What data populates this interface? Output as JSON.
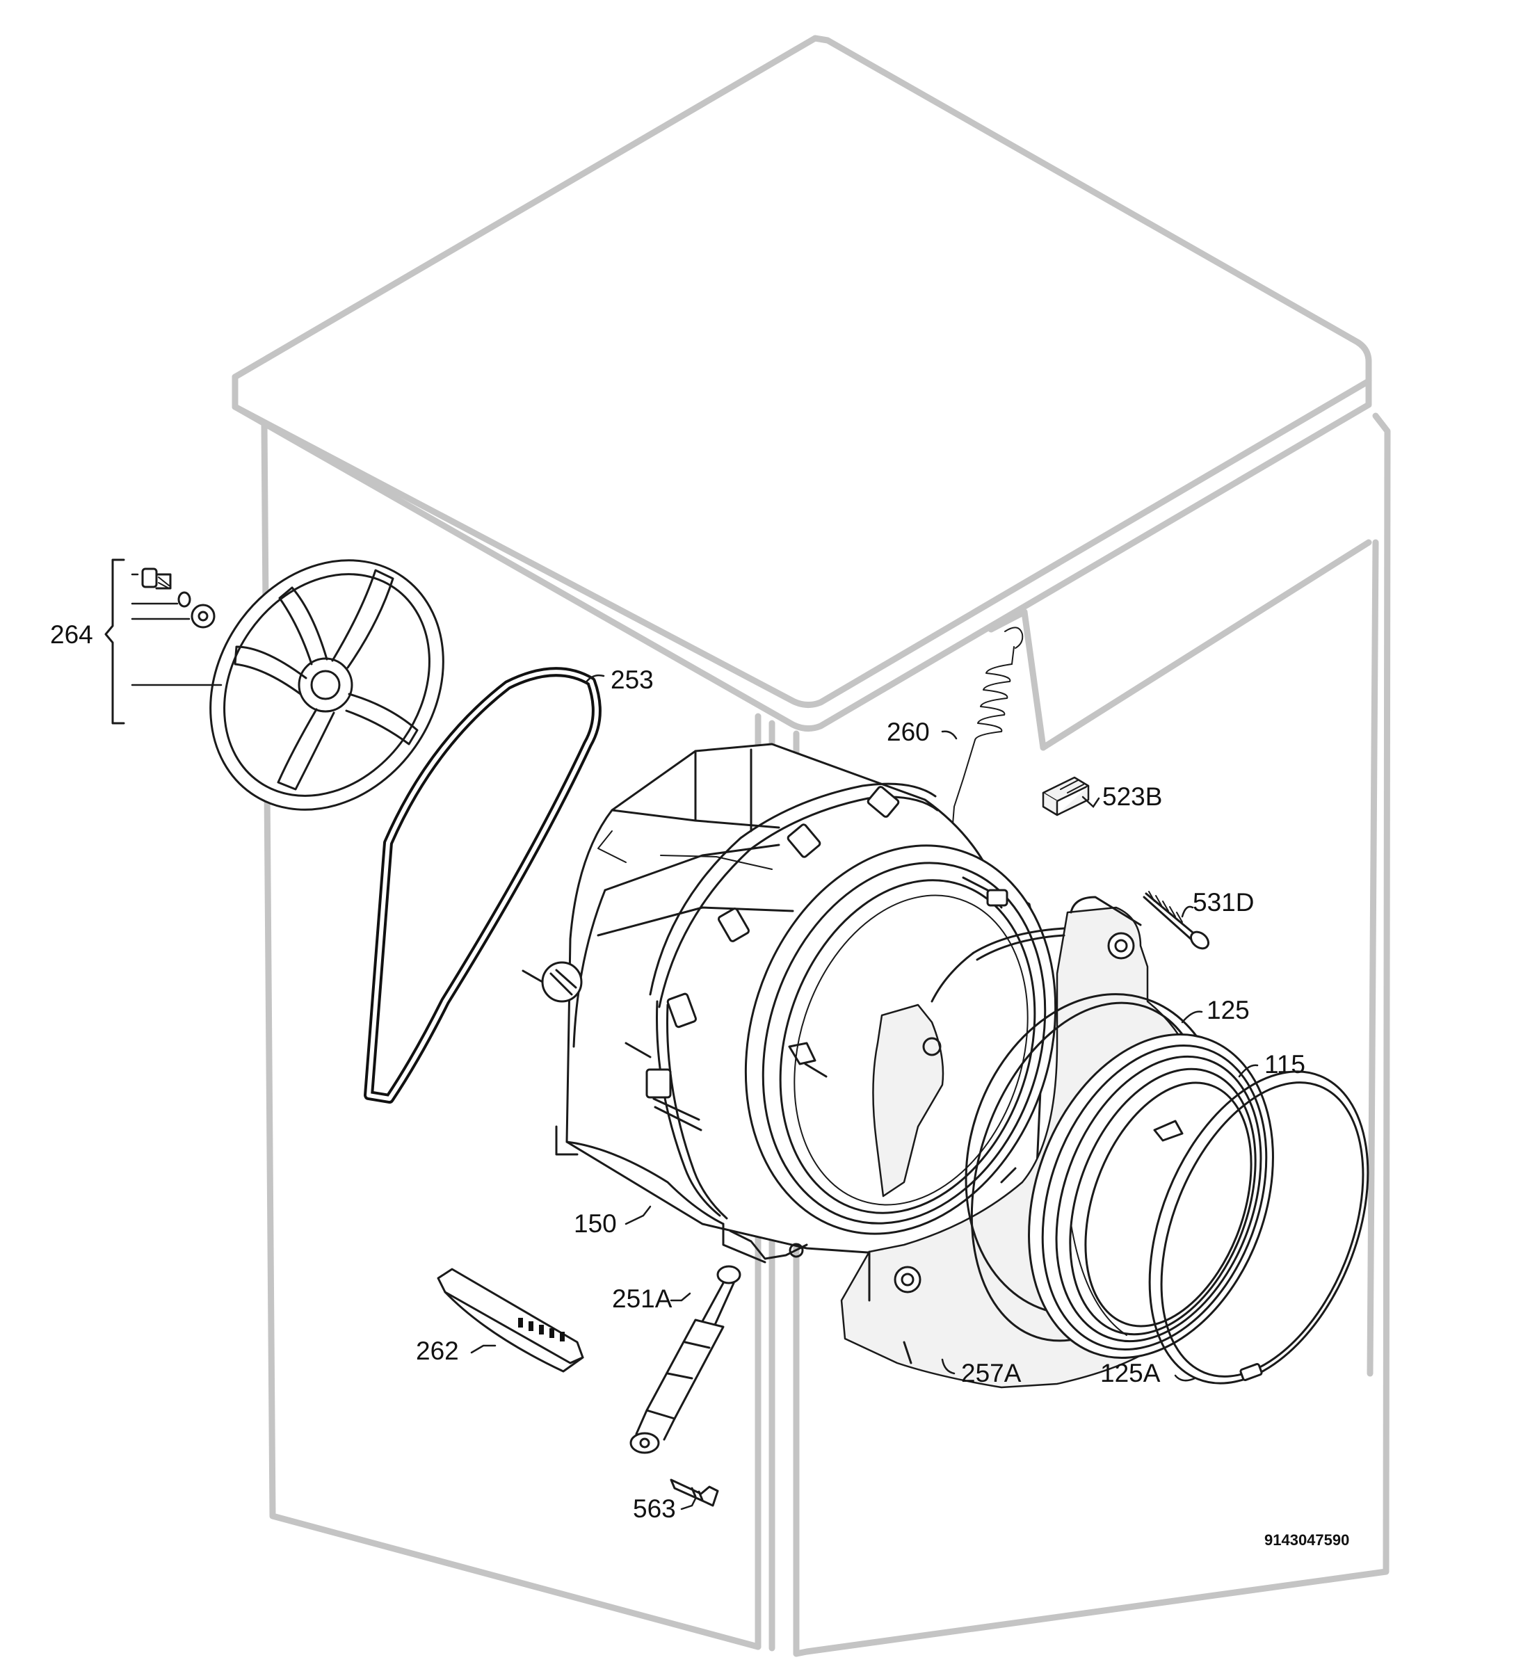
{
  "callouts": {
    "p264": "264",
    "p253": "253",
    "p260": "260",
    "p523B": "523B",
    "p531D": "531D",
    "p125": "125",
    "p115": "115",
    "p150": "150",
    "p251A": "251A",
    "p262": "262",
    "p257A": "257A",
    "p125A": "125A",
    "p563": "563"
  },
  "drawing_number": "9143047590",
  "colors": {
    "cabinet_outline": "#c4c4c4",
    "part_line": "#1a1a1a",
    "background": "#ffffff"
  }
}
